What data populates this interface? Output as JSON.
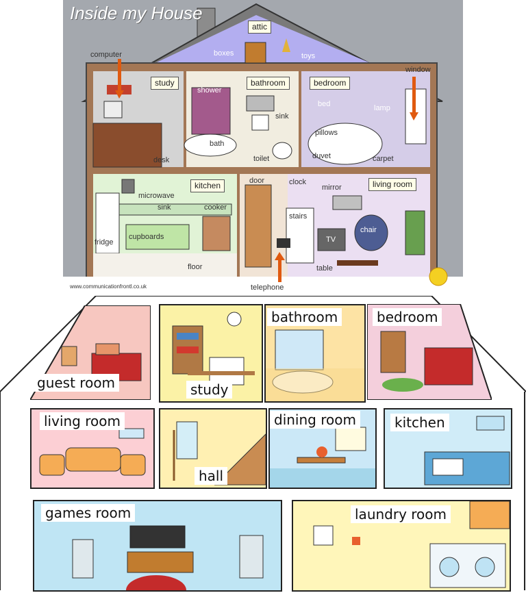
{
  "top_poster": {
    "title": "Inside my House",
    "credit": "www.communicationfrontl.co.uk",
    "attic": {
      "label": "attic",
      "items": [
        "boxes",
        "toys"
      ]
    },
    "upper_floor": {
      "study": {
        "label": "study",
        "items": [
          "computer",
          "desk"
        ]
      },
      "bathroom": {
        "label": "bathroom",
        "items": [
          "shower",
          "sink",
          "bath",
          "toilet"
        ]
      },
      "bedroom": {
        "label": "bedroom",
        "items": [
          "bed",
          "lamp",
          "pillows",
          "duvet",
          "carpet",
          "window"
        ]
      }
    },
    "ground_floor": {
      "kitchen": {
        "label": "kitchen",
        "items": [
          "microwave",
          "sink",
          "cooker",
          "cupboards",
          "fridge",
          "floor"
        ]
      },
      "hall": {
        "items": [
          "door",
          "clock",
          "stairs",
          "telephone"
        ]
      },
      "living_room": {
        "label": "living room",
        "items": [
          "mirror",
          "TV",
          "chair",
          "table"
        ]
      }
    }
  },
  "bottom_house": {
    "rooms": [
      {
        "label": "guest room"
      },
      {
        "label": "study"
      },
      {
        "label": "bathroom"
      },
      {
        "label": "bedroom"
      },
      {
        "label": "living room"
      },
      {
        "label": "hall"
      },
      {
        "label": "dining room"
      },
      {
        "label": "kitchen"
      },
      {
        "label": "games room"
      },
      {
        "label": "laundry room"
      }
    ]
  },
  "colors": {
    "roof": "#7a7a7a",
    "attic": "#b3aef0",
    "study_wall": "#d4d4d4",
    "bathroom_wall": "#f1ede0",
    "bedroom_wall": "#d5cde8",
    "kitchen_wall": "#e1f3d6",
    "hall_wall": "#f1e4d6",
    "living_wall": "#ebdff2",
    "guest_room": "#f7c7c0",
    "study_room": "#fbf2a6",
    "bathroom_room": "#fde3a4",
    "bedroom_room": "#f4cfdc",
    "living_room": "#fccfd4",
    "hall_room": "#fff0b2",
    "dining_room": "#cbe8f7",
    "kitchen_room": "#d0ecf8",
    "games_room": "#bfe5f4",
    "laundry_room": "#fff6ba"
  },
  "icons": [
    "arrow-down-icon",
    "arrow-up-icon",
    "sun-logo"
  ]
}
